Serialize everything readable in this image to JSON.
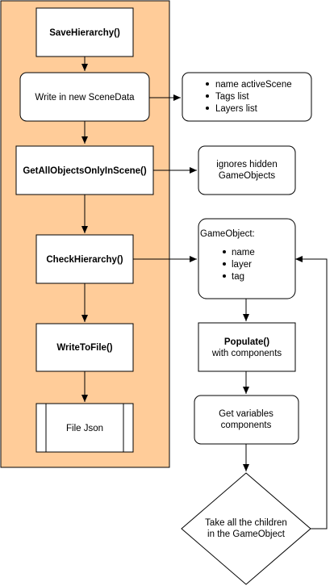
{
  "diagram": {
    "nodes": {
      "save_hierarchy": "SaveHierarchy()",
      "write_scene_data": "Write in new SceneData",
      "scene_data_fields": [
        "name activeScene",
        "Tags list",
        "Layers list"
      ],
      "get_all_objects": "GetAllObjectsOnlyInScene()",
      "ignores_hidden_1": "ignores hidden",
      "ignores_hidden_2": "GameObjects",
      "check_hierarchy": "CheckHierarchy()",
      "gameobject_title": "GameObject:",
      "gameobject_fields": [
        "name",
        "layer",
        "tag"
      ],
      "write_to_file": "WriteToFile()",
      "populate_bold": "Populate()",
      "populate_rest": "with components",
      "get_variables_1": "Get variables",
      "get_variables_2": "components",
      "file_json": "File Json",
      "take_children_1": "Take all the children",
      "take_children_2": "in the GameObject"
    },
    "colors": {
      "container_fill": "#FFCC99",
      "stroke": "#000000",
      "node_fill": "#FFFFFF"
    }
  }
}
